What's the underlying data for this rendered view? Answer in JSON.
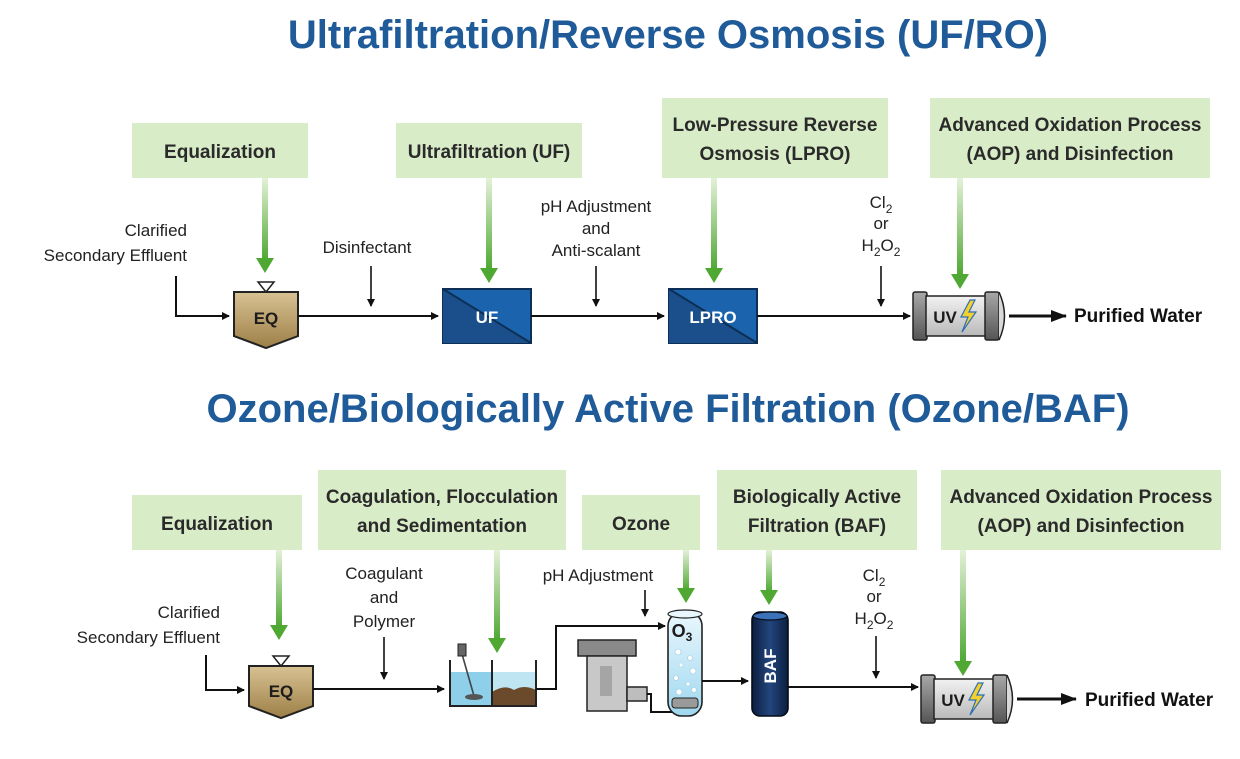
{
  "sections": [
    {
      "title": "Ultrafiltration/Reverse Osmosis (UF/RO)",
      "input_label": [
        "Clarified",
        "Secondary Effluent"
      ],
      "stages": [
        {
          "lines": [
            "Equalization"
          ]
        },
        {
          "lines": [
            "Ultrafiltration (UF)"
          ]
        },
        {
          "lines": [
            "Low-Pressure Reverse",
            "Osmosis (LPRO)"
          ]
        },
        {
          "lines": [
            "Advanced Oxidation Process",
            "(AOP) and Disinfection"
          ]
        }
      ],
      "additives": [
        {
          "lines": [
            "Disinfectant"
          ]
        },
        {
          "lines": [
            "pH Adjustment",
            "and",
            "Anti-scalant"
          ]
        }
      ],
      "oxidant": {
        "cl": "Cl",
        "sub": "2",
        "or": "or",
        "h": "H",
        "o": "O"
      },
      "units": {
        "eq": "EQ",
        "uf": "UF",
        "lpro": "LPRO",
        "uv": "UV"
      },
      "output_label": "Purified Water"
    },
    {
      "title": "Ozone/Biologically Active Filtration (Ozone/BAF)",
      "input_label": [
        "Clarified",
        "Secondary Effluent"
      ],
      "stages": [
        {
          "lines": [
            "Equalization"
          ]
        },
        {
          "lines": [
            "Coagulation, Flocculation",
            "and Sedimentation"
          ]
        },
        {
          "lines": [
            "Ozone"
          ]
        },
        {
          "lines": [
            "Biologically Active",
            "Filtration (BAF)"
          ]
        },
        {
          "lines": [
            "Advanced Oxidation Process",
            "(AOP) and Disinfection"
          ]
        }
      ],
      "additives": [
        {
          "lines": [
            "Coagulant",
            "and",
            "Polymer"
          ]
        },
        {
          "lines": [
            "pH Adjustment"
          ]
        }
      ],
      "oxidant": {
        "cl": "Cl",
        "sub": "2",
        "or": "or",
        "h": "H",
        "o": "O"
      },
      "units": {
        "eq": "EQ",
        "o3": "O",
        "o3_sub": "3",
        "baf": "BAF",
        "uv": "UV"
      },
      "output_label": "Purified Water"
    }
  ],
  "colors": {
    "title": "#1f5a99",
    "stage_box": "#d9ecc8",
    "arrow_green": "#5daf3a",
    "uf_blue": "#1b64ad",
    "eq_tan": "#b5975f"
  }
}
